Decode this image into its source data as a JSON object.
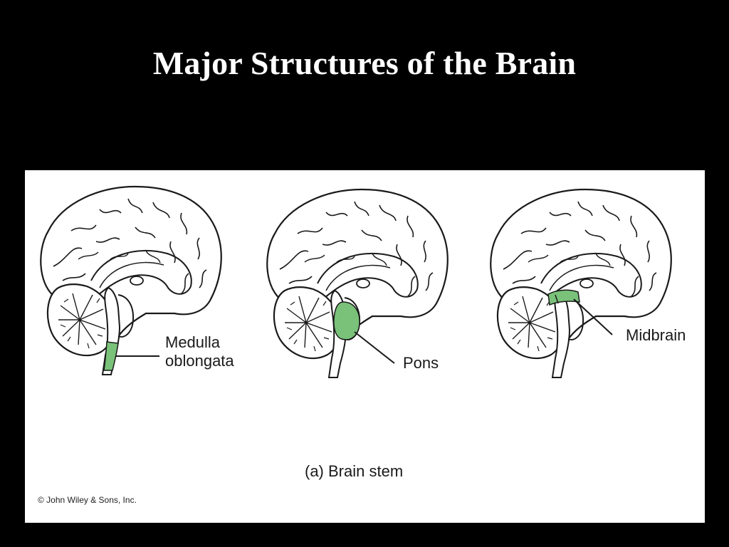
{
  "slide": {
    "title": "Major Structures of the Brain",
    "background_color": "#000000"
  },
  "figure": {
    "highlight_color": "#7ac27a",
    "panels": [
      {
        "highlighted_structure": "medulla",
        "label_line1": "Medulla",
        "label_line2": "oblongata"
      },
      {
        "highlighted_structure": "pons",
        "label_line1": "Pons"
      },
      {
        "highlighted_structure": "midbrain",
        "label_line1": "Midbrain"
      }
    ],
    "caption": "(a) Brain stem",
    "copyright": "© John Wiley & Sons, Inc."
  }
}
